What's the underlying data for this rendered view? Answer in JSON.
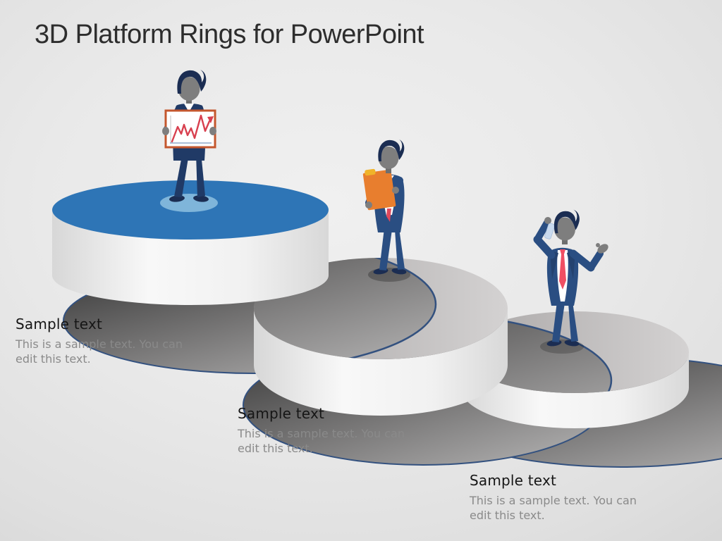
{
  "slide": {
    "title": "3D Platform Rings for PowerPoint"
  },
  "captions": [
    {
      "heading": "Sample text",
      "body": "This is a sample text. You can edit this text."
    },
    {
      "heading": "Sample text",
      "body": "This is a sample text. You can edit this text."
    },
    {
      "heading": "Sample text",
      "body": "This is a sample text. You can edit this text."
    }
  ],
  "platforms": [
    {
      "name": "platform-1",
      "top_color": "#2E75B6",
      "figure": "businessman-presenting-chart-board"
    },
    {
      "name": "platform-2",
      "top_color": "#C4C1C1",
      "figure": "businessman-reading-clipboard"
    },
    {
      "name": "platform-3",
      "top_color": "#C7C5C5",
      "figure": "businessman-talking-on-phone"
    }
  ],
  "colors": {
    "accent_blue_top": "#2E75B6",
    "spotlight_blue": "#7FB5DA",
    "shadow_edge_navy": "#33517F",
    "suit_navy_dark": "#203A66",
    "suit_navy": "#2A4E82",
    "hair_navy": "#1B2D52",
    "skin_gray": "#7E7E7E",
    "tie_red": "#E8495F",
    "board_border_orange": "#C4572E",
    "chart_line_red": "#D8404F",
    "clipboard_orange": "#E87E2E",
    "clip_yellow": "#F0B429",
    "phone_blue": "#C9DAEE"
  }
}
